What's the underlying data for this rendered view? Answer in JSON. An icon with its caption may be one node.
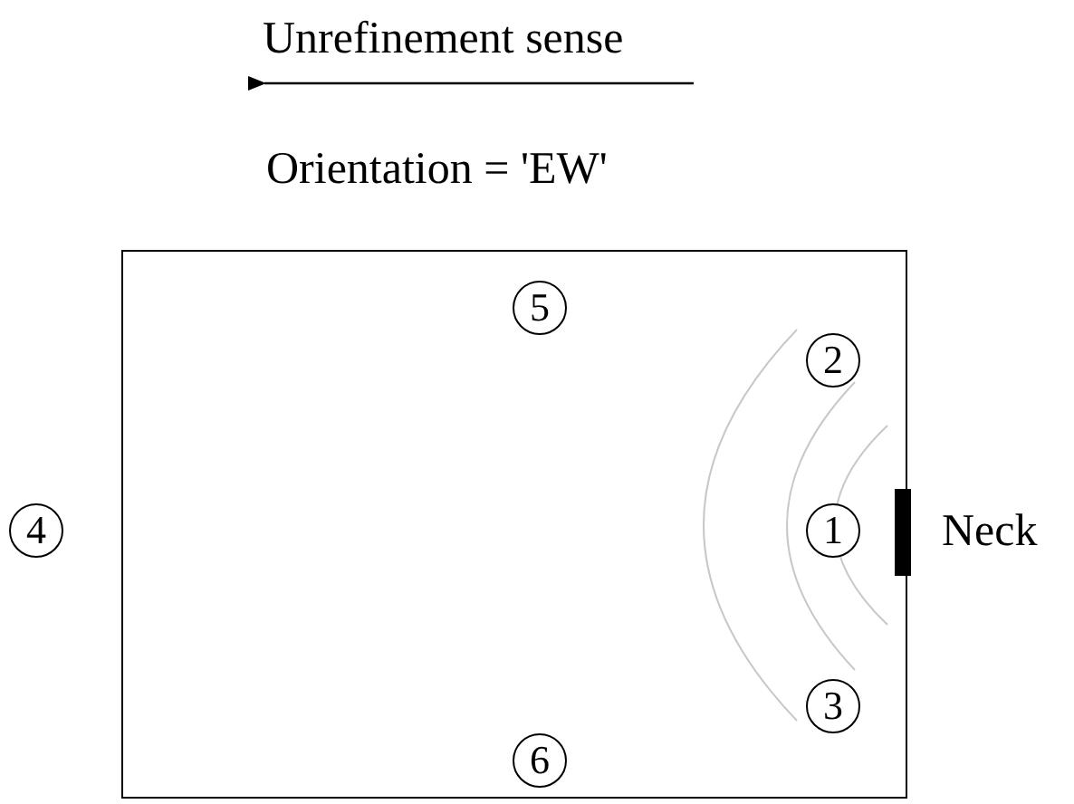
{
  "diagram": {
    "title": "Unrefinement sense",
    "nodes": [
      {
        "text": [],
        "shape": "box"
      },
      {
        "text": [
          "5"
        ],
        "in": 0
      },
      {
        "text": [
          "2"
        ],
        "in": 0
      },
      {
        "text": [
          "4"
        ]
      },
      {
        "text": [
          "1"
        ],
        "in": 0
      },
      {
        "text": [],
        "shape": "bar",
        "beside": [
          "Neck"
        ]
      },
      {
        "text": [
          "3"
        ],
        "in": 0
      },
      {
        "text": [
          "6"
        ],
        "in": 0
      }
    ],
    "edges": [],
    "labels": [
      "Orientation = 'EW'"
    ]
  }
}
